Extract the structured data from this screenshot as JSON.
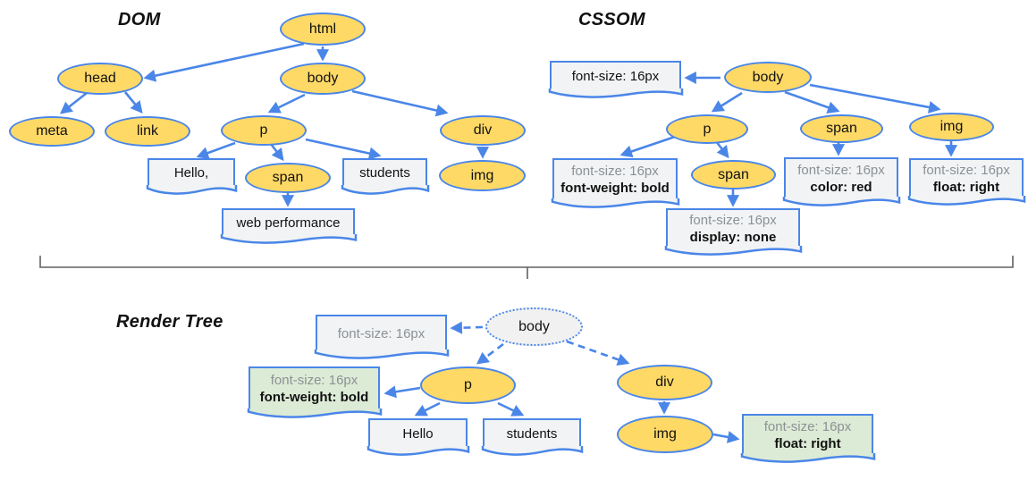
{
  "colors": {
    "node_fill": "#FFD966",
    "stroke_blue": "#4A86E8",
    "text_box_fill": "#F1F3F4",
    "computed_style_fill": "#DCEBD5",
    "render_body_fill": "#F1F1F1",
    "bracket_gray": "#616161",
    "muted_text": "#8C9196"
  },
  "dom": {
    "title": "DOM",
    "nodes": {
      "html": "html",
      "head": "head",
      "body": "body",
      "meta": "meta",
      "link": "link",
      "p": "p",
      "span": "span",
      "div": "div",
      "img": "img"
    },
    "text_nodes": {
      "hello": "Hello,",
      "students": "students",
      "web_performance": "web performance"
    }
  },
  "cssom": {
    "title": "CSSOM",
    "nodes": {
      "body": "body",
      "p": "p",
      "span": "span",
      "span_in_p": "span",
      "img": "img"
    },
    "style_boxes": {
      "body": {
        "line1": "font-size: 16px"
      },
      "p": {
        "line1": "font-size: 16px",
        "line2": "font-weight: bold"
      },
      "span": {
        "line1": "font-size: 16px",
        "line2": "color: red"
      },
      "span_in_p": {
        "line1": "font-size: 16px",
        "line2": "display: none"
      },
      "img": {
        "line1": "font-size: 16px",
        "line2": "float: right"
      }
    }
  },
  "render_tree": {
    "title": "Render Tree",
    "nodes": {
      "body": "body",
      "p": "p",
      "div": "div",
      "img": "img"
    },
    "text_nodes": {
      "hello": "Hello",
      "students": "students"
    },
    "style_boxes": {
      "body": {
        "line1": "font-size: 16px"
      },
      "p": {
        "line1": "font-size: 16px",
        "line2": "font-weight: bold"
      },
      "img": {
        "line1": "font-size: 16px",
        "line2": "float: right"
      }
    }
  }
}
